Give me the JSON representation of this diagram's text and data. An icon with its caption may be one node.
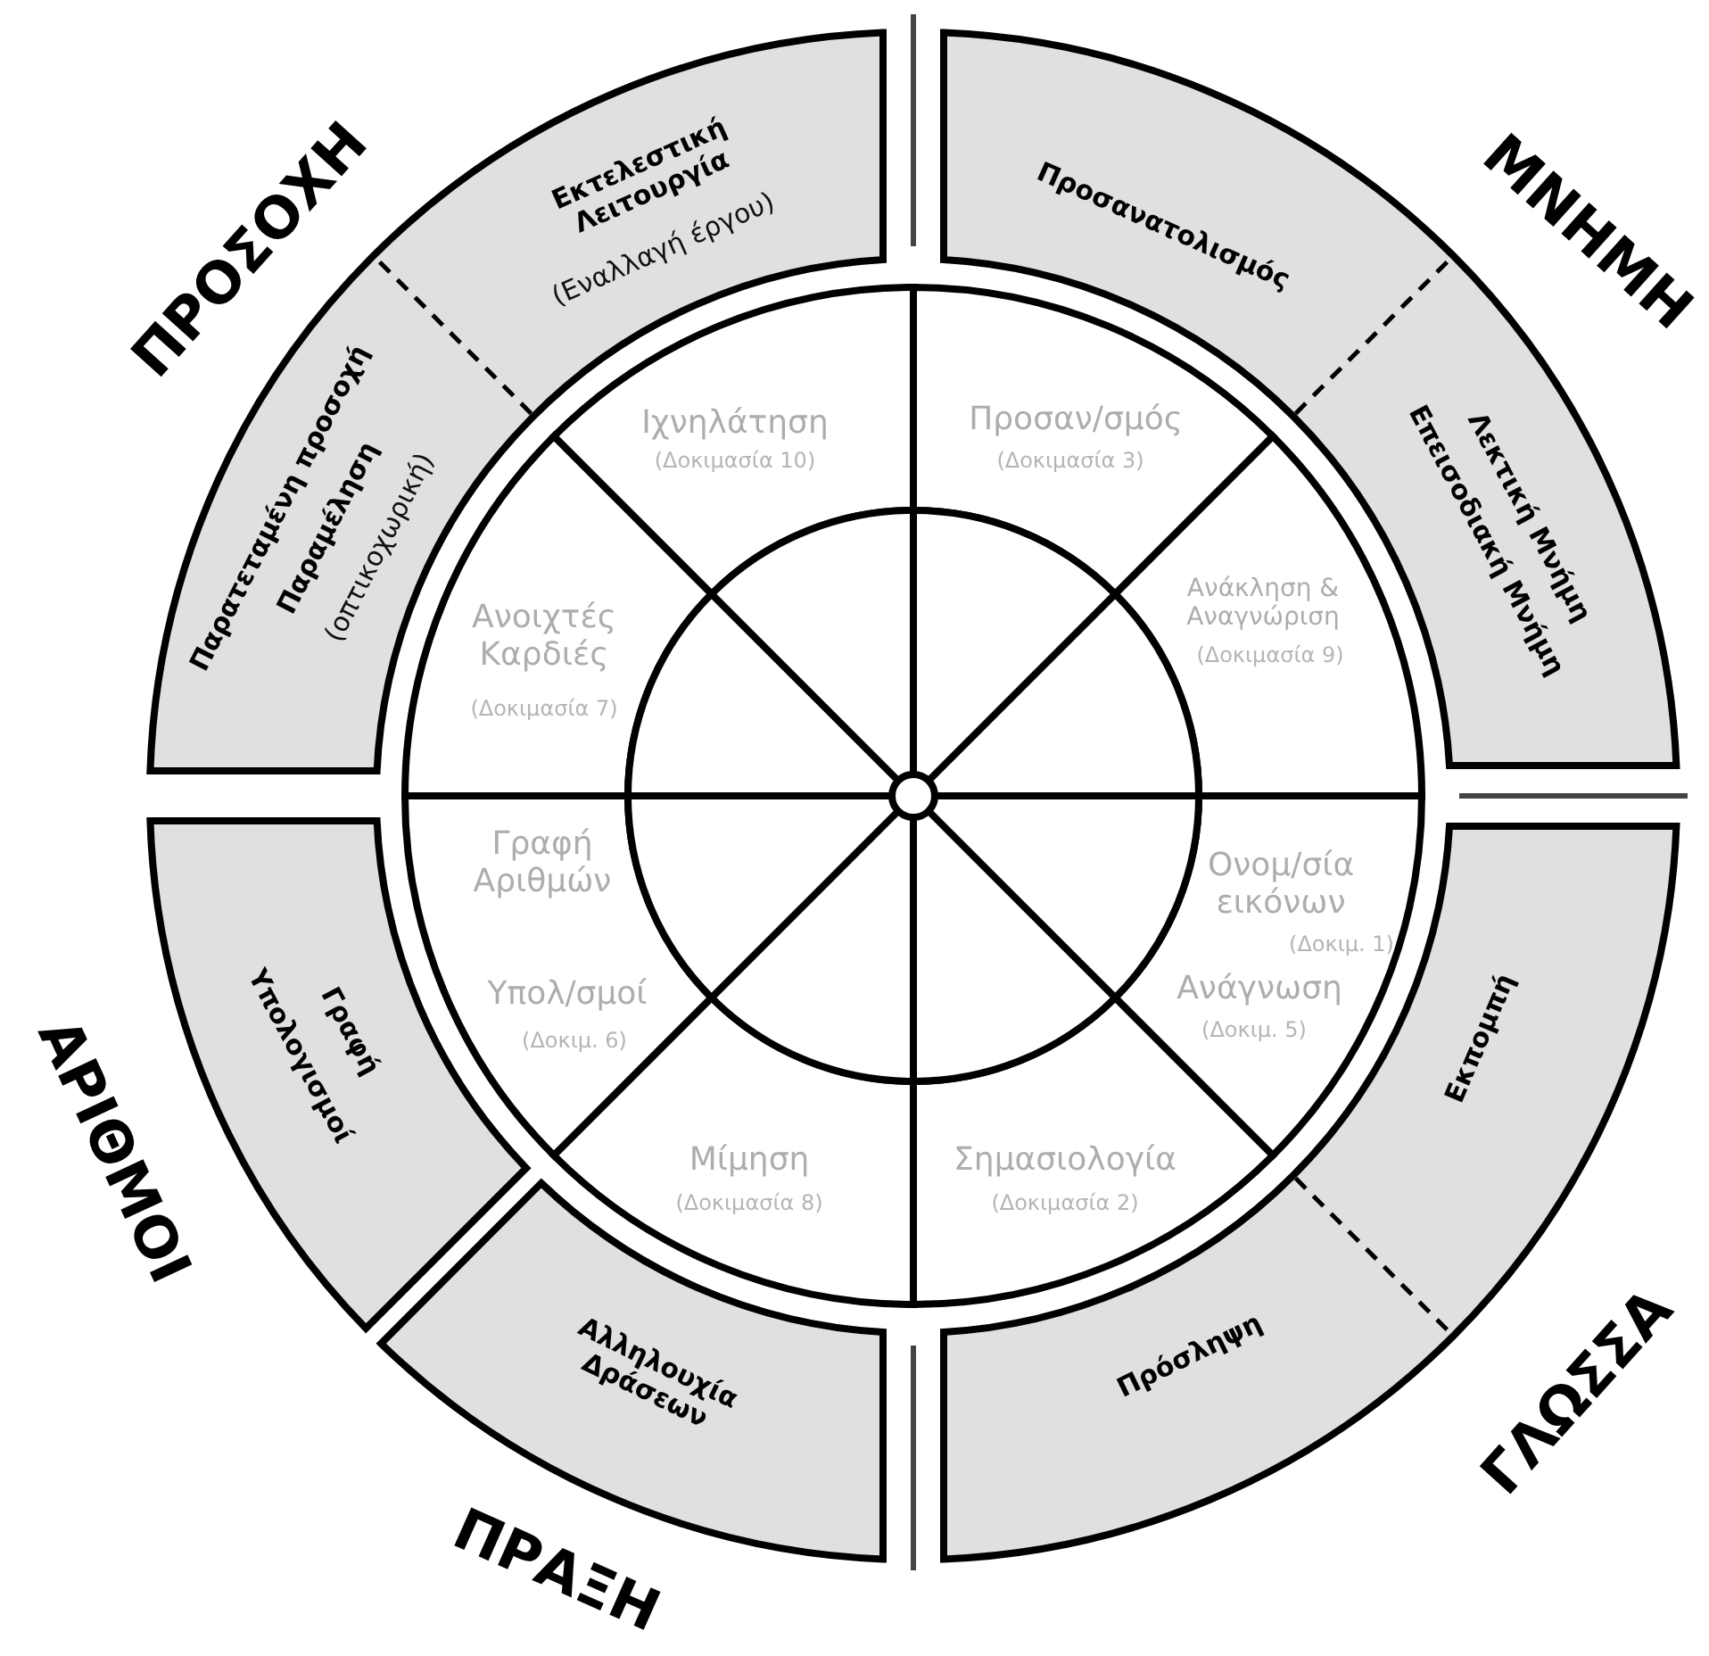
{
  "diagram": {
    "nodes": [
      {
        "text": [
          "ΠΡΟΣΟΧΗ",
          "Εκτελεστική Λειτουργία",
          "(Εναλλαγή έργου)",
          "Παρατεταμένη προσοχή",
          "Παραμέληση",
          "(οπτικοχωρική)"
        ]
      },
      {
        "text": [
          "ΜΝΗΜΗ",
          "Προσανατολισμός",
          "Λεκτική Μνήμη",
          "Επεισοδιακή Μνήμη"
        ]
      },
      {
        "text": [
          "Ιχνηλάτηση",
          "(Δοκιμασία 10)"
        ]
      },
      {
        "text": [
          "Προσαν/σμός",
          "(Δοκιμασία 3)"
        ]
      },
      {
        "text": [
          "Ανοιχτές Καρδιές",
          "(Δοκιμασία 7)"
        ]
      },
      {
        "text": [
          "Ανάκληση & Αναγνώριση",
          "(Δοκιμασία 9)"
        ]
      },
      {
        "text": [
          "ΑΡΙΘΜΟΙ",
          "Γραφή",
          "Υπολογισμοί"
        ]
      },
      {
        "text": [
          "Γραφή Αριθμών",
          "Υπολ/σμοί",
          "(Δοκιμ. 6)"
        ]
      },
      {
        "text": [
          "Ονομ/σία εικόνων",
          "(Δοκιμ. 1)",
          "Ανάγνωση",
          "(Δοκιμ. 5)"
        ]
      },
      {
        "text": [
          "ΓΛΩΣΣΑ",
          "Εκπομπή",
          "Πρόσληψη"
        ]
      },
      {
        "text": [
          "Μίμηση",
          "(Δοκιμασία 8)"
        ]
      },
      {
        "text": [
          "Σημασιολογία",
          "(Δοκιμασία 2)"
        ]
      },
      {
        "text": [
          "ΠΡΑΞΗ",
          "Αλληλουχία Δράσεων"
        ]
      }
    ]
  }
}
